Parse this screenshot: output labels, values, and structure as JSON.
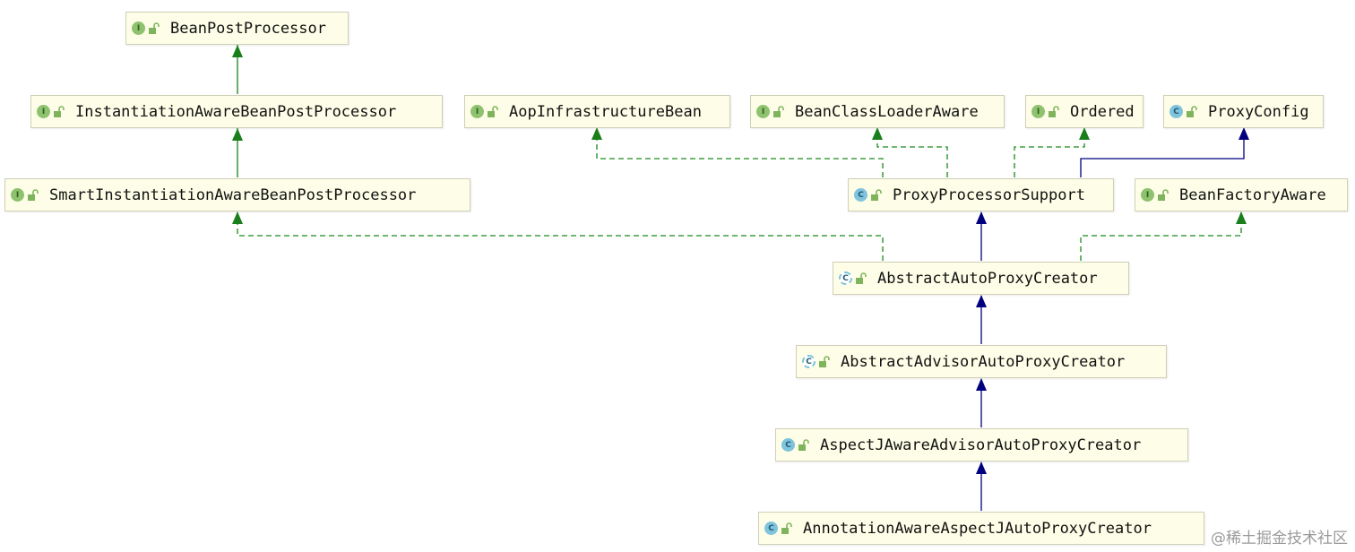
{
  "diagram": {
    "nodes": {
      "bean_post_processor": {
        "label": "BeanPostProcessor",
        "kind": "interface",
        "kind_letter": "I"
      },
      "instantiation_aware": {
        "label": "InstantiationAwareBeanPostProcessor",
        "kind": "interface",
        "kind_letter": "I"
      },
      "smart_instantiation_aware": {
        "label": "SmartInstantiationAwareBeanPostProcessor",
        "kind": "interface",
        "kind_letter": "I"
      },
      "aop_infrastructure_bean": {
        "label": "AopInfrastructureBean",
        "kind": "interface",
        "kind_letter": "I"
      },
      "bean_class_loader_aware": {
        "label": "BeanClassLoaderAware",
        "kind": "interface",
        "kind_letter": "I"
      },
      "ordered": {
        "label": "Ordered",
        "kind": "interface",
        "kind_letter": "I"
      },
      "proxy_config": {
        "label": "ProxyConfig",
        "kind": "class",
        "kind_letter": "C"
      },
      "proxy_processor_support": {
        "label": "ProxyProcessorSupport",
        "kind": "class",
        "kind_letter": "C"
      },
      "bean_factory_aware": {
        "label": "BeanFactoryAware",
        "kind": "interface",
        "kind_letter": "I"
      },
      "abstract_auto_proxy_creator": {
        "label": "AbstractAutoProxyCreator",
        "kind": "abstract",
        "kind_letter": "C"
      },
      "abstract_advisor_auto_proxy_creator": {
        "label": "AbstractAdvisorAutoProxyCreator",
        "kind": "abstract",
        "kind_letter": "C"
      },
      "aspectj_aware_advisor_auto_proxy_creator": {
        "label": "AspectJAwareAdvisorAutoProxyCreator",
        "kind": "class",
        "kind_letter": "C"
      },
      "annotation_aware_aspectj_auto_proxy_creator": {
        "label": "AnnotationAwareAspectJAutoProxyCreator",
        "kind": "class",
        "kind_letter": "C"
      }
    },
    "edges": [
      {
        "from": "instantiation_aware",
        "to": "bean_post_processor",
        "type": "extends-interface"
      },
      {
        "from": "smart_instantiation_aware",
        "to": "instantiation_aware",
        "type": "extends-interface"
      },
      {
        "from": "proxy_processor_support",
        "to": "aop_infrastructure_bean",
        "type": "implements"
      },
      {
        "from": "proxy_processor_support",
        "to": "bean_class_loader_aware",
        "type": "implements"
      },
      {
        "from": "proxy_processor_support",
        "to": "ordered",
        "type": "implements"
      },
      {
        "from": "proxy_processor_support",
        "to": "proxy_config",
        "type": "extends"
      },
      {
        "from": "abstract_auto_proxy_creator",
        "to": "proxy_processor_support",
        "type": "extends"
      },
      {
        "from": "abstract_auto_proxy_creator",
        "to": "smart_instantiation_aware",
        "type": "implements"
      },
      {
        "from": "abstract_auto_proxy_creator",
        "to": "bean_factory_aware",
        "type": "implements"
      },
      {
        "from": "abstract_advisor_auto_proxy_creator",
        "to": "abstract_auto_proxy_creator",
        "type": "extends"
      },
      {
        "from": "aspectj_aware_advisor_auto_proxy_creator",
        "to": "abstract_advisor_auto_proxy_creator",
        "type": "extends"
      },
      {
        "from": "annotation_aware_aspectj_auto_proxy_creator",
        "to": "aspectj_aware_advisor_auto_proxy_creator",
        "type": "extends"
      }
    ],
    "colors": {
      "extends_interface": "#1a7f1a",
      "implements": "#1a8a1a",
      "extends": "#00007f",
      "node_fill": "#fefee8"
    }
  },
  "watermark": "@稀土掘金技术社区"
}
